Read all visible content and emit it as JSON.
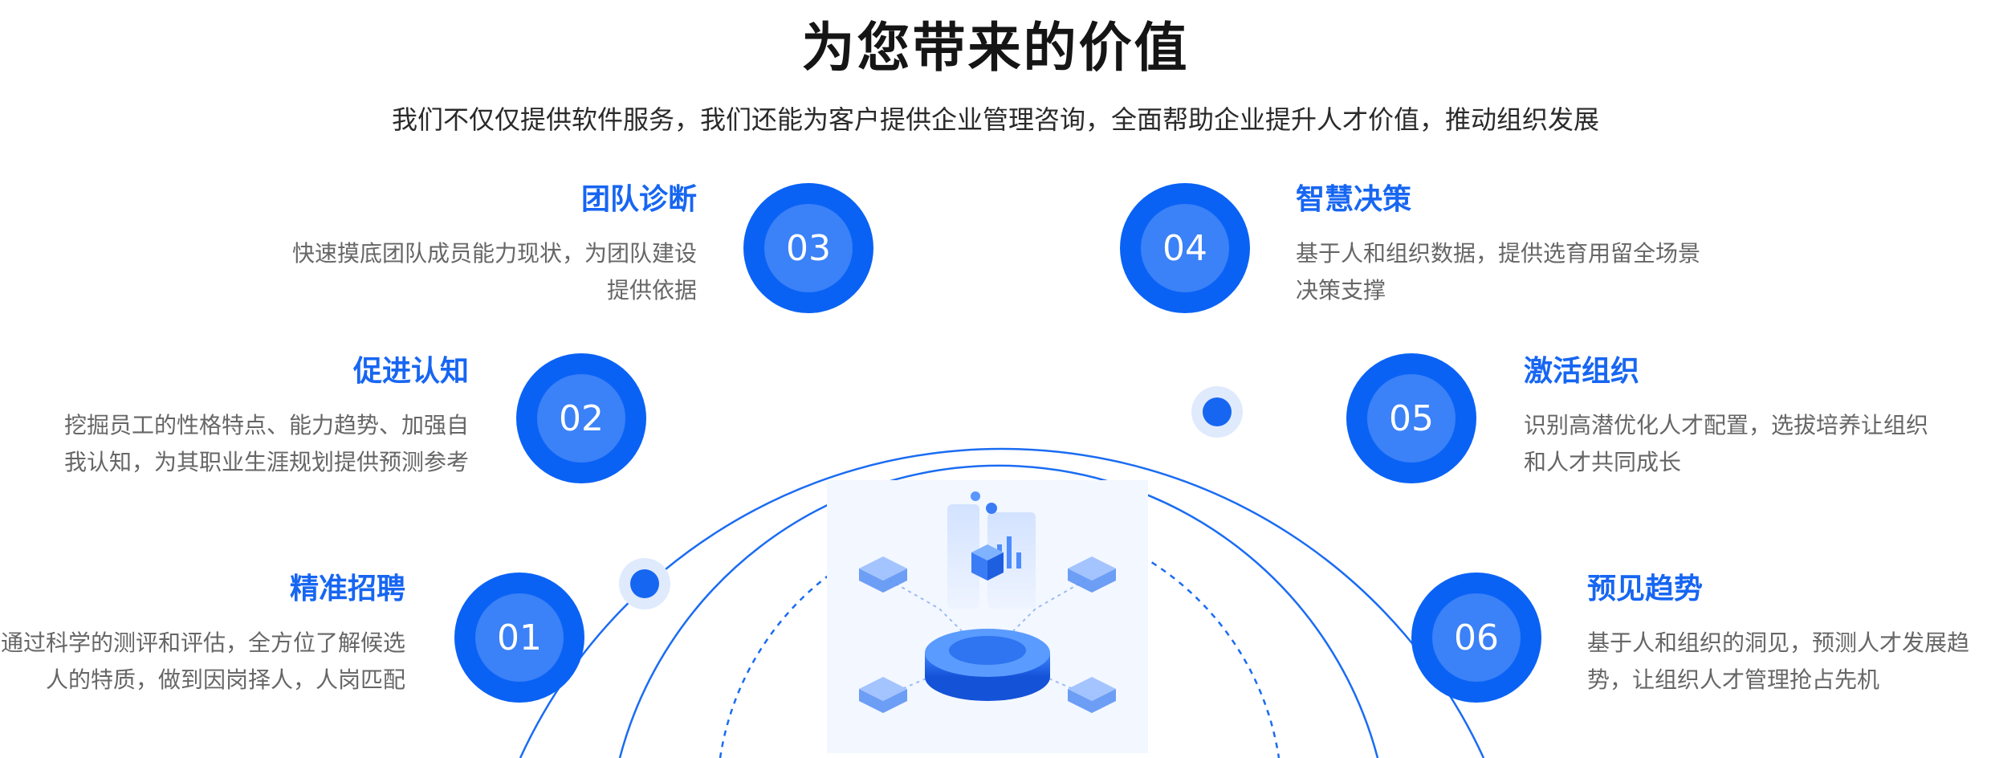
{
  "header": {
    "title": "为您带来的价值",
    "subtitle": "我们不仅仅提供软件服务，我们还能为客户提供企业管理咨询，全面帮助企业提升人才价值，推动组织发展"
  },
  "items": [
    {
      "num": "01",
      "title": "精准招聘",
      "desc1": "通过科学的测评和评估，全方位了解候选",
      "desc2": "人的特质，做到因岗择人，人岗匹配"
    },
    {
      "num": "02",
      "title": "促进认知",
      "desc1": "挖掘员工的性格特点、能力趋势、加强自",
      "desc2": "我认知，为其职业生涯规划提供预测参考"
    },
    {
      "num": "03",
      "title": "团队诊断",
      "desc1": "快速摸底团队成员能力现状，为团队建设",
      "desc2": "提供依据"
    },
    {
      "num": "04",
      "title": "智慧决策",
      "desc1": "基于人和组织数据，提供选育用留全场景",
      "desc2": "决策支撑"
    },
    {
      "num": "05",
      "title": "激活组织",
      "desc1": "识别高潜优化人才配置，选拔培养让组织",
      "desc2": "和人才共同成长"
    },
    {
      "num": "06",
      "title": "预见趋势",
      "desc1": "基于人和组织的洞见，预测人才发展趋",
      "desc2": "势，让组织人才管理抢占先机"
    }
  ],
  "colors": {
    "accent": "#0a62f5",
    "title_blue": "#1766f2",
    "desc_gray": "#666666",
    "line_blue": "#1a6cf3"
  },
  "icons": {
    "hub": "data-platform-isometric-illustration"
  }
}
